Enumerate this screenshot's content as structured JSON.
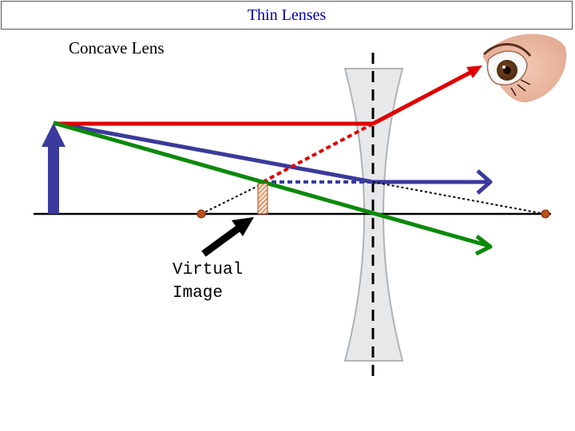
{
  "header": {
    "title": "Thin Lenses"
  },
  "diagram": {
    "subtitle": "Concave Lens",
    "virtual_image_label": "Virtual\nImage"
  },
  "colors": {
    "title_text": "#0000b0",
    "ray_parallel": "#e00000",
    "ray_center": "#0a8a0a",
    "ray_focal": "#3a3a9c",
    "lens_fill": "#e6e8ea",
    "lens_stroke": "#b0b3b6",
    "focal_point": "#c0501a"
  },
  "icons": [
    "eye-icon"
  ]
}
